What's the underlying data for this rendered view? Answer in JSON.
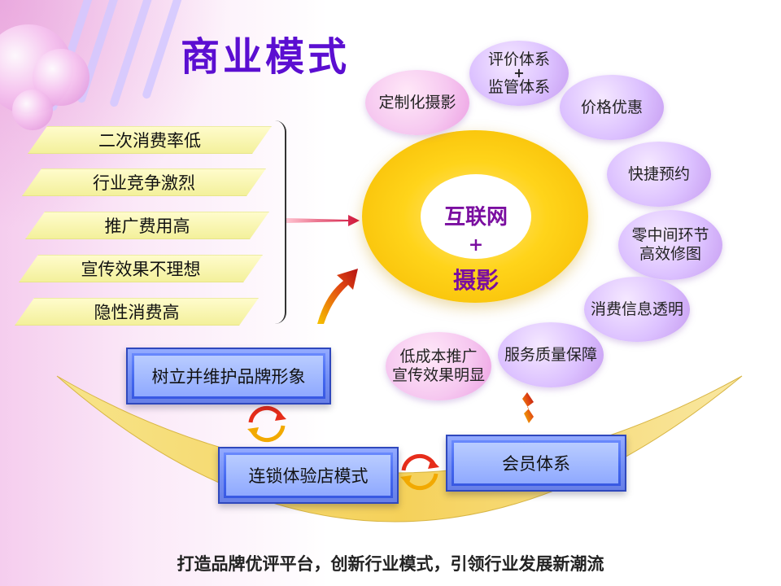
{
  "title": "商业模式",
  "problems": [
    "二次消费率低",
    "行业竞争激烈",
    "推广费用高",
    "宣传效果不理想",
    "隐性消费高"
  ],
  "hub": {
    "line1": "互联网",
    "plus": "+",
    "line2": "摄影"
  },
  "bubbles": {
    "custom": "定制化摄影",
    "eval_line1": "评价体系",
    "eval_plus": "+",
    "eval_line2": "监管体系",
    "price": "价格优惠",
    "booking": "快捷预约",
    "direct_line1": "零中间环节",
    "direct_line2": "高效修图",
    "transparent": "消费信息透明",
    "quality": "服务质量保障",
    "promo_line1": "低成本推广",
    "promo_line2": "宣传效果明显"
  },
  "boxes": {
    "brand": "树立并维护品牌形象",
    "chain": "连锁体验店模式",
    "member": "会员体系"
  },
  "footer": "打造品牌优评平台，创新行业模式，引领行业发展新潮流",
  "colors": {
    "title": "#5b0ed1",
    "hub_text": "#7a0ea0",
    "hub_gold": "#ffd41a",
    "box_blue": "#4468f0",
    "bubble_lavender": "#dcc1ff",
    "bubble_pink": "#f6c8f0",
    "problem_yellow": "#f3f09a"
  }
}
